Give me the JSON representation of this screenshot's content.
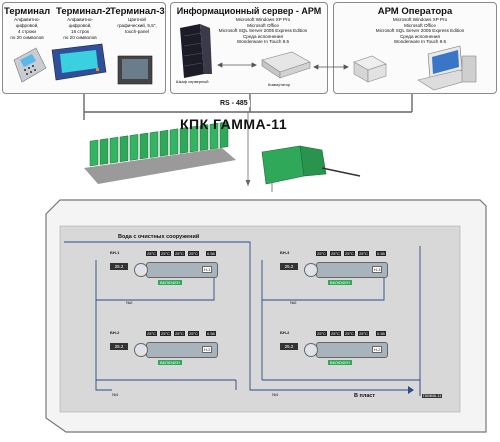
{
  "terminals": [
    {
      "title": "Терминал",
      "desc": [
        "Алфавитно-",
        "цифровой,",
        "4 строки",
        "по 20 символов"
      ]
    },
    {
      "title": "Терминал-2",
      "desc": [
        "Алфавитно-",
        "цифровой,",
        "16 строк",
        "по 20 символов"
      ]
    },
    {
      "title": "Терминал-3",
      "desc": [
        "Цветной",
        "графический, 5,5\",",
        "touch-panel"
      ]
    }
  ],
  "server": {
    "title": "Информационный сервер - АРМ",
    "software": [
      "Microsoft Windows XP Pro",
      "Microsoft Office",
      "Microsoft SQL Server 2005 Express Edition",
      "Среда исполнения",
      "Wonderware In Touch 9.5"
    ],
    "rack_label": "Шкаф серверный",
    "switch_label": "Коммутатор"
  },
  "operator": {
    "title": "АРМ Оператора",
    "software": [
      "Microsoft Windows XP Pro",
      "Microsoft Office",
      "Microsoft SQL Server 2005 Express Edition",
      "Среда исполнения",
      "Wonderware In Touch 9.5"
    ]
  },
  "bus": {
    "label": "RS - 485"
  },
  "product": {
    "title": "КПК ГАММА-11"
  },
  "scheme": {
    "inlet_label": "Вода с очистных сооружений",
    "outlet_label": "В пласт",
    "units": [
      {
        "name": "БН-1",
        "temp": "25.2",
        "temps": [
          "25°C",
          "25°C",
          "25°C",
          "25°C"
        ],
        "press": "0.58",
        "ctrl": "ВКЛЮЧЕН",
        "pump": "Н-1"
      },
      {
        "name": "БН-3",
        "temp": "25.2",
        "temps": [
          "25°C",
          "25°C",
          "25°C",
          "25°C"
        ],
        "press": "0.58",
        "ctrl": "ВКЛЮЧЕН",
        "pump": "Н-3"
      },
      {
        "name": "БН-2",
        "temp": "25.2",
        "temps": [
          "25°C",
          "25°C",
          "25°C",
          "25°C"
        ],
        "press": "0.58",
        "ctrl": "ВКЛЮЧЕН",
        "pump": "Н-2"
      },
      {
        "name": "БН-2",
        "temp": "25.2",
        "temps": [
          "25°C",
          "25°C",
          "25°C",
          "25°C"
        ],
        "press": "0.58",
        "ctrl": "ВКЛЮЧЕН",
        "pump": "Н-2"
      }
    ],
    "valves": [
      "№2",
      "№1",
      "№2",
      "№1"
    ],
    "footer_tag": "ГАММА-11"
  },
  "colors": {
    "accent": "#1a8a3a",
    "gray": "#8a8a8a",
    "line": "#2c4a8a"
  }
}
